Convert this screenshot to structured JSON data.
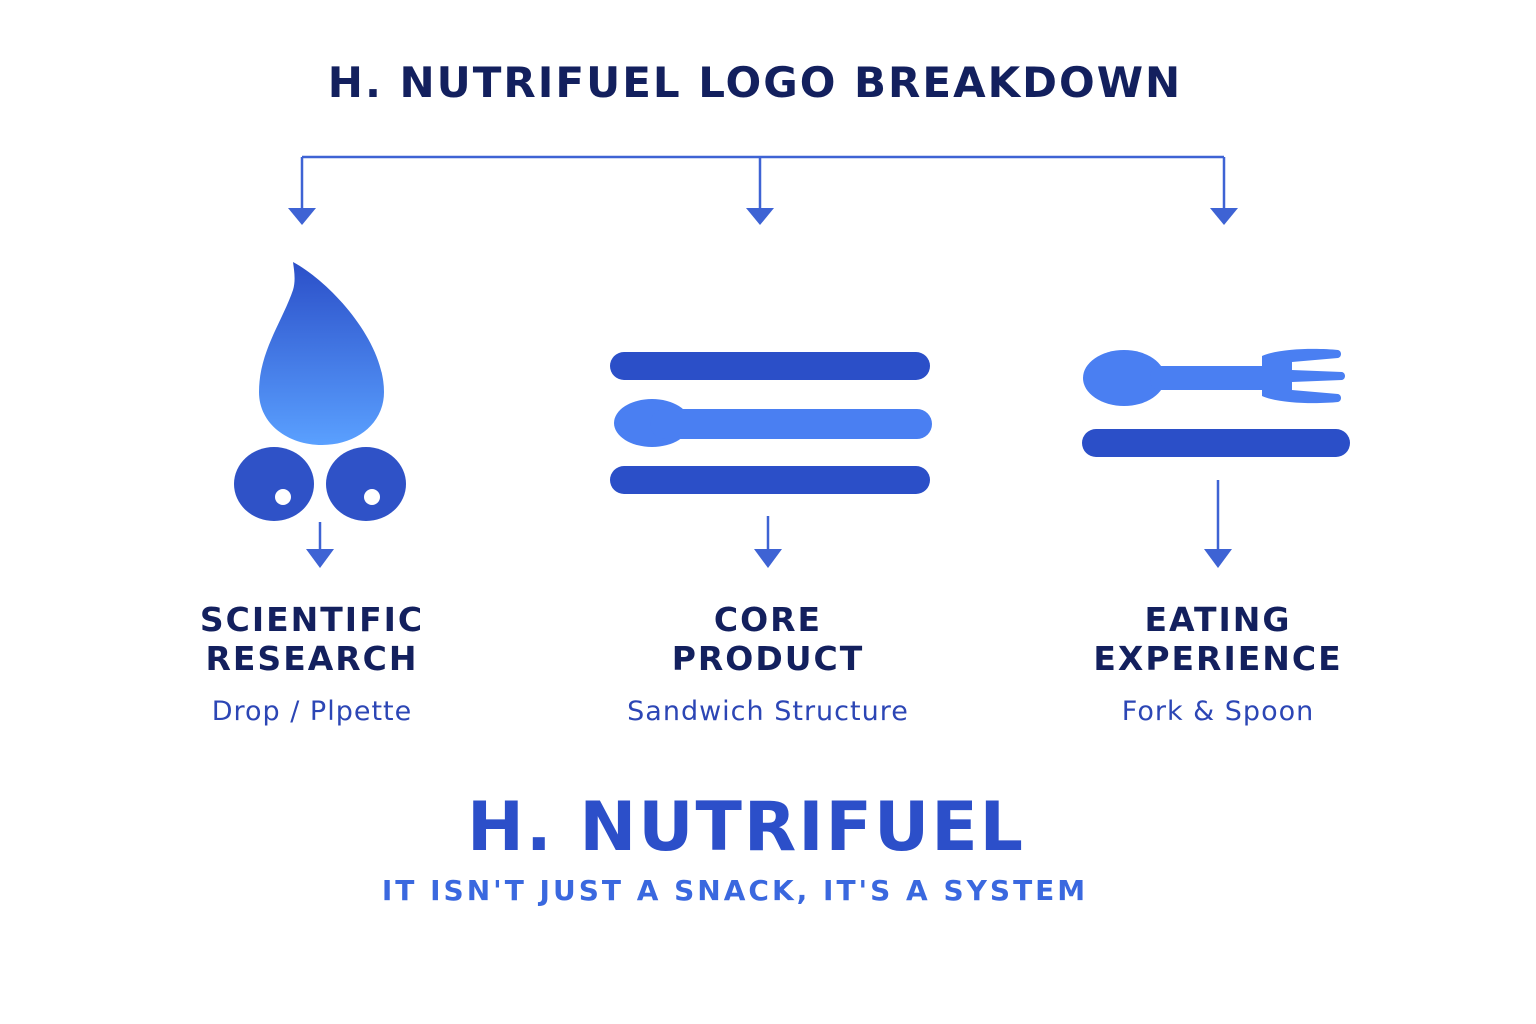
{
  "title": "H. NUTRIFUEL LOGO BREAKDOWN",
  "categories": [
    {
      "title_line1": "SCIENTIFIC",
      "title_line2": "RESEARCH",
      "subtitle": "Drop / Plpette",
      "icon": "drop-pipette-icon"
    },
    {
      "title_line1": "CORE",
      "title_line2": "PRODUCT",
      "subtitle": "Sandwich Structure",
      "icon": "sandwich-structure-icon"
    },
    {
      "title_line1": "EATING",
      "title_line2": "EXPERIENCE",
      "subtitle": "Fork & Spoon",
      "icon": "fork-spoon-icon"
    }
  ],
  "brand": "H. NUTRIFUEL",
  "tagline": "IT ISN'T JUST A SNACK, IT'S A SYSTEM",
  "colors": {
    "dark_navy": "#13205e",
    "royal_blue": "#2c4fc9",
    "light_blue": "#4a7ff2",
    "connector": "#3e63d4"
  }
}
